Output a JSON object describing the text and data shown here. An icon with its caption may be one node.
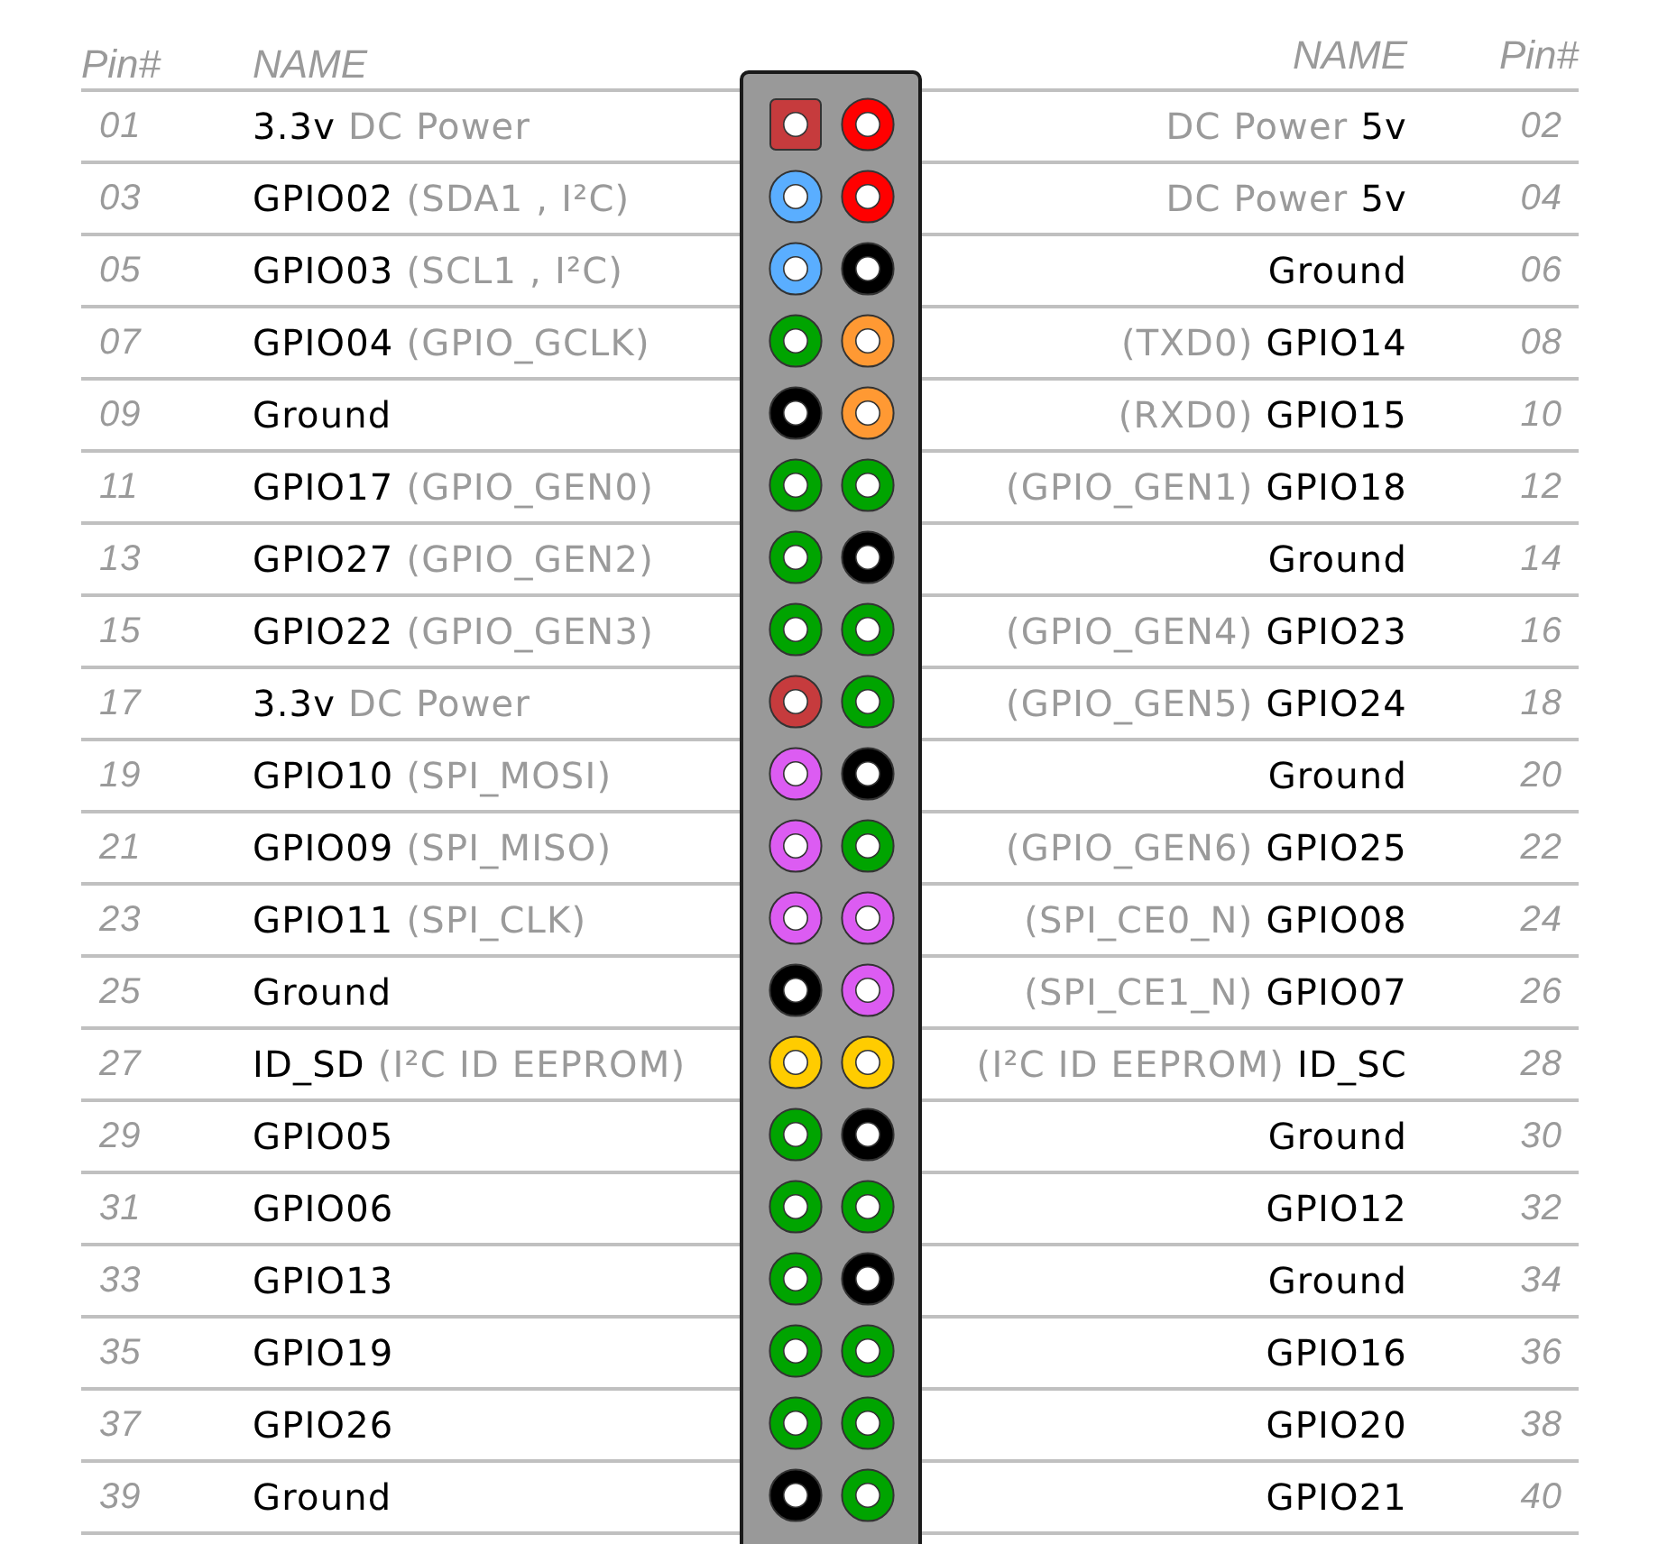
{
  "diagram": {
    "labels": [
      "Pin#",
      "NAME",
      "NAME",
      "Pin#",
      "01",
      "3.3v",
      "DC Power",
      "DC Power",
      "5v",
      "02",
      "03",
      "GPIO02",
      "(SDA1 , I²C)",
      "DC Power",
      "5v",
      "04",
      "05",
      "GPIO03",
      "(SCL1 , I²C)",
      "Ground",
      "06",
      "07",
      "GPIO04",
      "(GPIO_GCLK)",
      "(TXD0)",
      "GPIO14",
      "08",
      "09",
      "Ground",
      "(RXD0)",
      "GPIO15",
      "10",
      "11",
      "GPIO17",
      "(GPIO_GEN0)",
      "(GPIO_GEN1)",
      "GPIO18",
      "12",
      "13",
      "GPIO27",
      "(GPIO_GEN2)",
      "Ground",
      "14",
      "15",
      "GPIO22",
      "(GPIO_GEN3)",
      "(GPIO_GEN4)",
      "GPIO23",
      "16",
      "17",
      "3.3v",
      "DC Power",
      "(GPIO_GEN5)",
      "GPIO24",
      "18",
      "19",
      "GPIO10",
      "(SPI_MOSI)",
      "Ground",
      "20",
      "21",
      "GPIO09",
      "(SPI_MISO)",
      "(GPIO_GEN6)",
      "GPIO25",
      "22",
      "23",
      "GPIO11",
      "(SPI_CLK)",
      "(SPI_CE0_N)",
      "GPIO08",
      "24",
      "25",
      "Ground",
      "(SPI_CE1_N)",
      "GPIO07",
      "26",
      "27",
      "ID_SD",
      "(I²C ID EEPROM)",
      "(I²C ID EEPROM)",
      "ID_SC",
      "28",
      "29",
      "GPIO05",
      "Ground",
      "30",
      "31",
      "GPIO06",
      "GPIO12",
      "32",
      "33",
      "GPIO13",
      "Ground",
      "34",
      "35",
      "GPIO19",
      "GPIO16",
      "36",
      "37",
      "GPIO26",
      "GPIO20",
      "38",
      "39",
      "Ground",
      "GPIO21",
      "40"
    ]
  }
}
